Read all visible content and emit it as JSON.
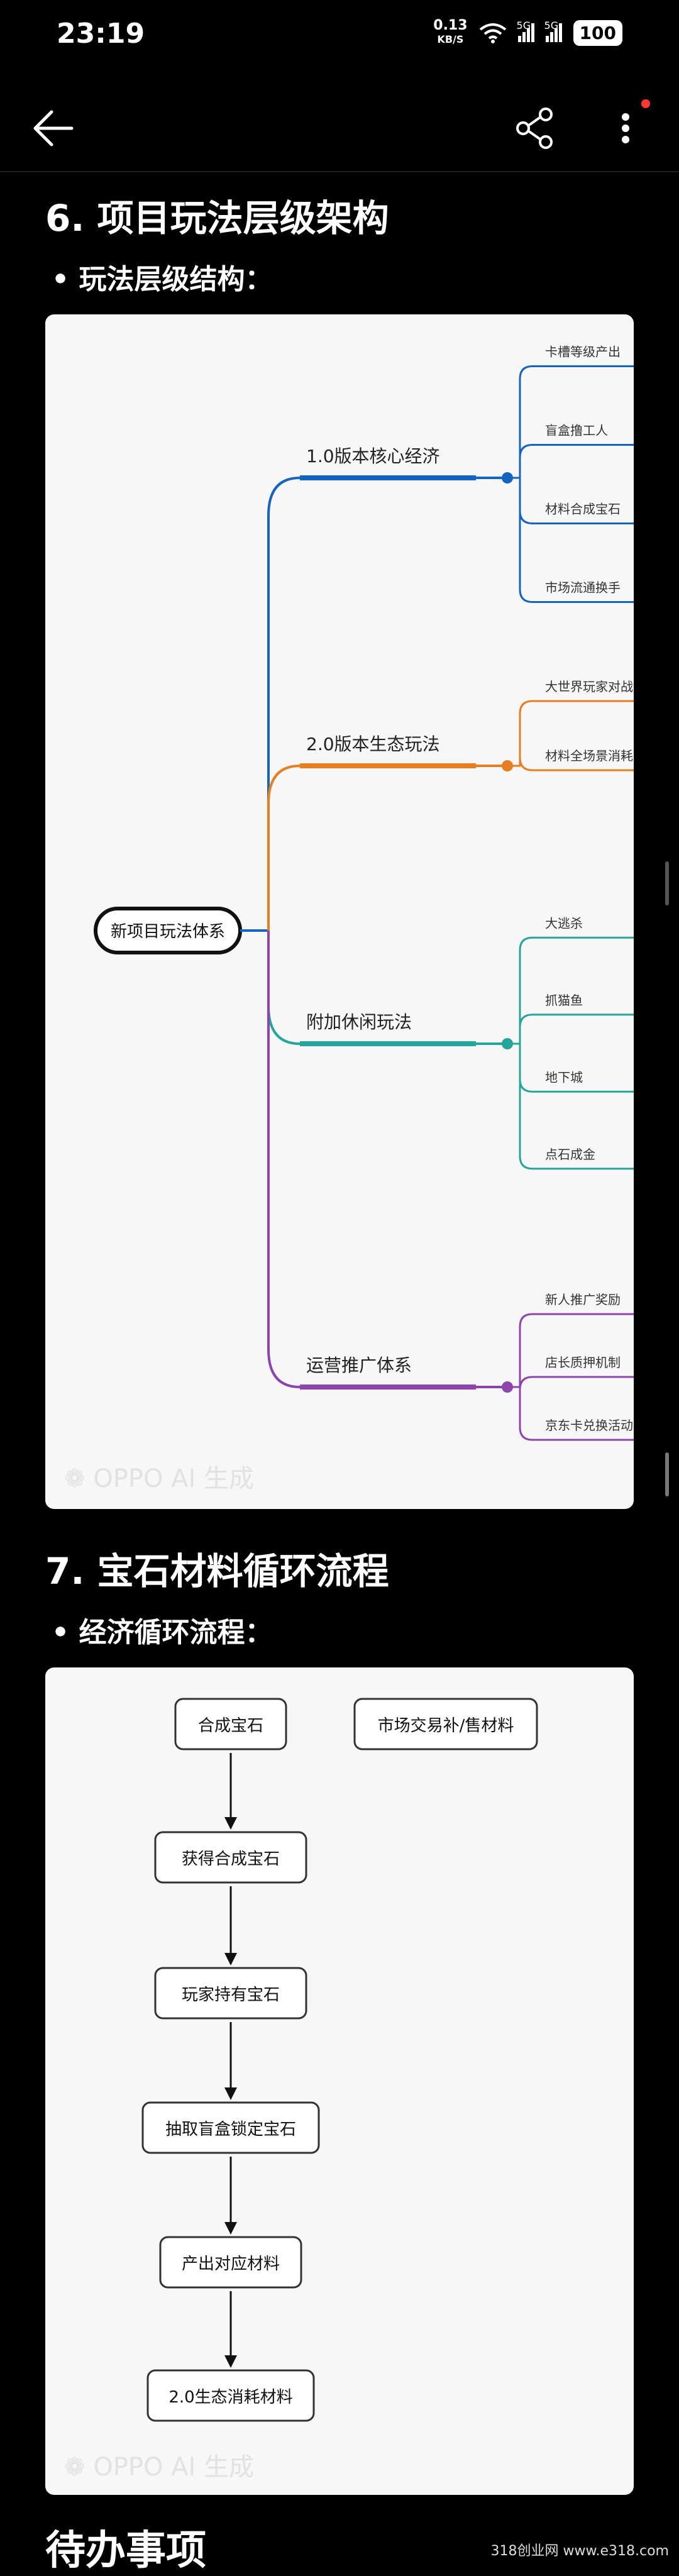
{
  "status": {
    "time": "23:19",
    "net_speed": "0.13",
    "net_unit": "KB/S",
    "sig1": "5G",
    "sig2": "5G",
    "battery": "100"
  },
  "icons": {
    "back": "arrow-left-icon",
    "share": "share-icon",
    "more": "more-vertical-icon"
  },
  "section6": {
    "title": "6. 项目玩法层级架构",
    "subtitle": "• 玩法层级结构："
  },
  "mindmap": {
    "root": "新项目玩法体系",
    "watermark": "OPPO AI 生成",
    "branches": [
      {
        "label": "1.0版本核心经济",
        "color": "#1565c0",
        "leaves": [
          "卡槽等级产出",
          "盲盒撸工人",
          "材料合成宝石",
          "市场流通换手"
        ]
      },
      {
        "label": "2.0版本生态玩法",
        "color": "#e67e22",
        "leaves": [
          "大世界玩家对战",
          "材料全场景消耗"
        ]
      },
      {
        "label": "附加休闲玩法",
        "color": "#26a69a",
        "leaves": [
          "大逃杀",
          "抓猫鱼",
          "地下城",
          "点石成金"
        ]
      },
      {
        "label": "运营推广体系",
        "color": "#8e44ad",
        "leaves": [
          "新人推广奖励",
          "店长质押机制",
          "京东卡兑换活动"
        ]
      }
    ]
  },
  "section7": {
    "title": "7. 宝石材料循环流程",
    "subtitle": "• 经济循环流程："
  },
  "flow": {
    "steps": [
      "合成宝石",
      "获得合成宝石",
      "玩家持有宝石",
      "抽取盲盒锁定宝石",
      "产出对应材料",
      "2.0生态消耗材料"
    ],
    "side": "市场交易补/售材料",
    "watermark": "OPPO AI 生成"
  },
  "todo": {
    "title": "待办事项"
  },
  "corner_watermark": "318创业网 www.e318.com"
}
